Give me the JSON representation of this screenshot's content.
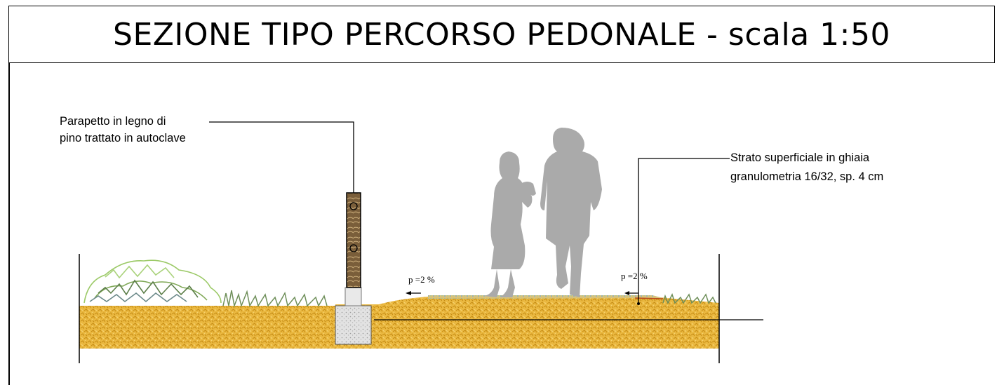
{
  "title": "SEZIONE TIPO PERCORSO PEDONALE - scala 1:50",
  "labels": {
    "parapet_line1": "Parapetto in legno di",
    "parapet_line2": "pino trattato in autoclave",
    "gravel_line1": "Strato superficiale in ghiaia",
    "gravel_line2": "granulometria 16/32, sp. 4 cm"
  },
  "slopes": {
    "left": "p =2 %",
    "right": "p =2 %"
  },
  "colors": {
    "soil": "#e8b43a",
    "soil_dark": "#c98f1c",
    "foundation": "#dcdcdc",
    "wood": "#6b5233",
    "grass": "#6f8f5a",
    "shrub": "#8fbf5a",
    "silhouette": "#aaaaaa"
  }
}
